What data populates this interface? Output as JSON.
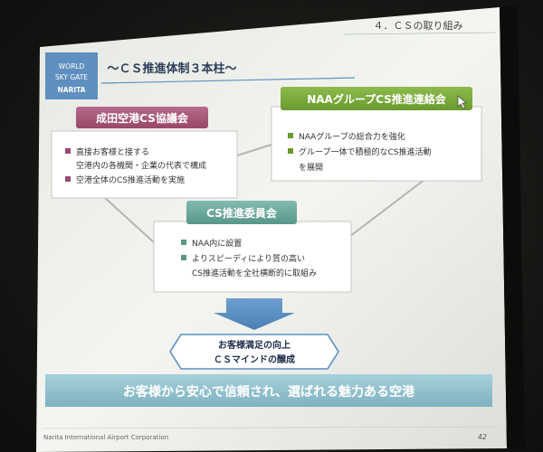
{
  "slide": {
    "section_title": "４．ＣＳの取り組み",
    "heading": "～ＣＳ推進体制３本柱～",
    "logo": [
      "WORLD",
      "SKY GATE",
      "NARITA"
    ],
    "page_number": "42",
    "footer_company": "Narita International Airport Corporation",
    "colors": {
      "background": "#f1f2ee",
      "pink": "#a8567a",
      "green": "#7aaa3a",
      "teal": "#6aa79b",
      "arrow": "#5b8fc3",
      "banner": "#8fbfcc",
      "bullet_pink": "#9b4a72",
      "bullet_green": "#6a9a2c"
    }
  },
  "pillars": [
    {
      "title": "成田空港CS協議会",
      "bullets": [
        "直接お客様と接する",
        "空港内の各機関・企業の代表で構成",
        "空港全体のCS推進活動を実施"
      ]
    },
    {
      "title": "NAAグループCS推進連絡会",
      "bullets": [
        "NAAグループの総合力を強化",
        "グループ一体で積極的なCS推進活動",
        "を展開"
      ]
    },
    {
      "title": "CS推進委員会",
      "bullets": [
        "NAA内に設置",
        "よりスピーディにより質の高い",
        "CS推進活動を全社横断的に取組み"
      ]
    }
  ],
  "goal": {
    "line1": "お客様満足の向上",
    "line2": "ＣＳマインドの醸成"
  },
  "banner": {
    "text": "お客様から安心で信頼され、選ばれる魅力ある空港"
  }
}
